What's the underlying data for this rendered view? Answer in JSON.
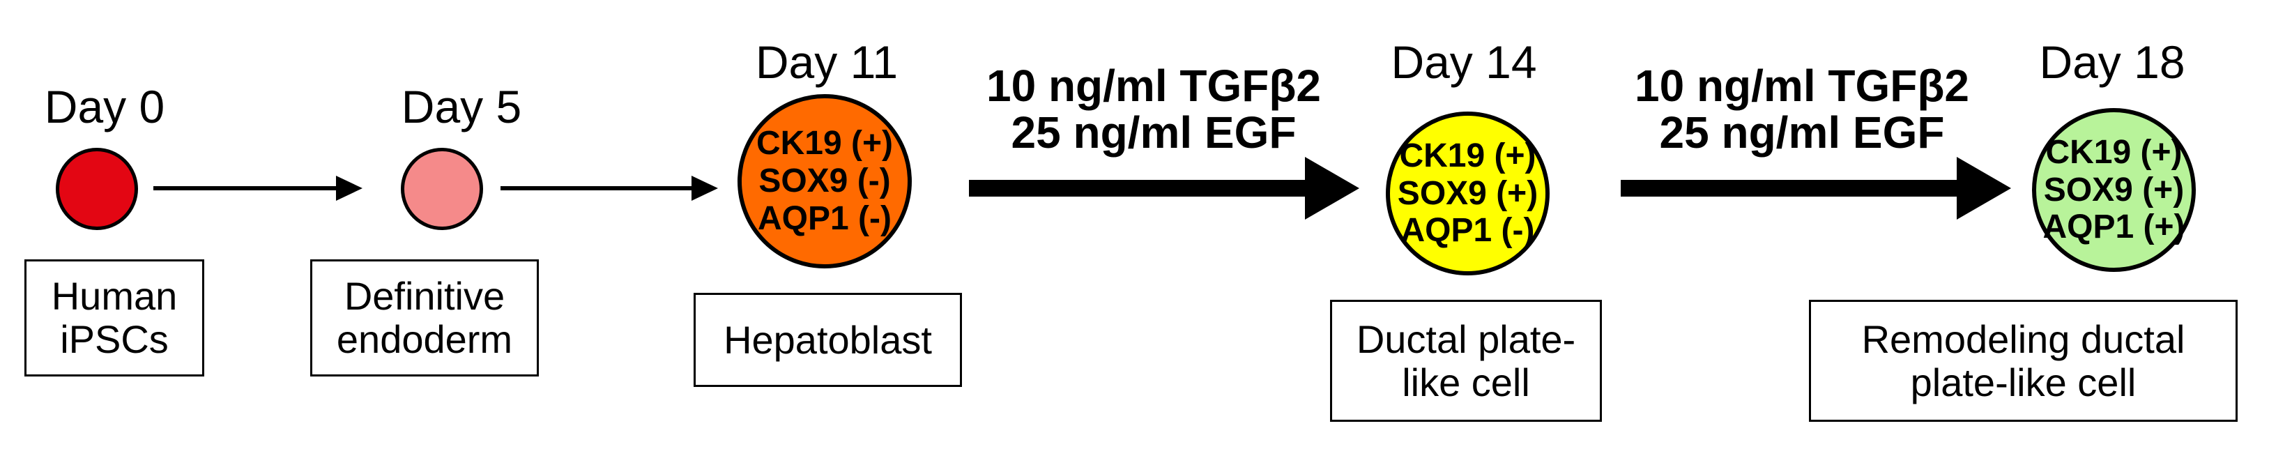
{
  "stages": [
    {
      "day": "Day 0",
      "color": "#e30613",
      "label_lines": [
        "Human",
        "iPSCs"
      ]
    },
    {
      "day": "Day 5",
      "color": "#f58a8a",
      "label_lines": [
        "Definitive",
        "endoderm"
      ]
    },
    {
      "day": "Day 11",
      "color": "#ff6a00",
      "markers": [
        "CK19 (+)",
        "SOX9 (-)",
        "AQP1 (-)"
      ],
      "label_lines": [
        "Hepatoblast"
      ]
    },
    {
      "day": "Day 14",
      "color": "#ffff00",
      "markers": [
        "CK19 (+)",
        "SOX9 (+)",
        "AQP1 (-)"
      ],
      "label_lines": [
        "Ductal plate-",
        "like cell"
      ]
    },
    {
      "day": "Day 18",
      "color": "#b8f39a",
      "markers": [
        "CK19 (+)",
        "SOX9 (+)",
        "AQP1 (+)"
      ],
      "label_lines": [
        "Remodeling ductal",
        "plate-like cell"
      ]
    }
  ],
  "treatments": [
    {
      "lines": [
        "10 ng/ml TGFβ2",
        "25 ng/ml EGF"
      ]
    },
    {
      "lines": [
        "10 ng/ml TGFβ2",
        "25 ng/ml EGF"
      ]
    }
  ]
}
